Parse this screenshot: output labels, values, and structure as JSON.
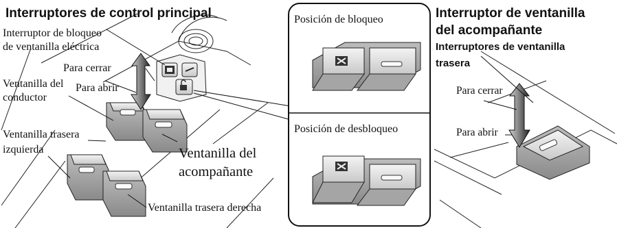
{
  "main_switches": {
    "title": "Interruptores de control principal",
    "lock_switch_line1": "Interruptor de bloqueo",
    "lock_switch_line2": "de ventanilla eléctrica",
    "close": "Para cerrar",
    "open": "Para abrir",
    "driver_line1": "Ventanilla del",
    "driver_line2": "conductor",
    "rear_left_line1": "Ventanilla trasera",
    "rear_left_line2": "izquierda",
    "passenger_line1": "Ventanilla del",
    "passenger_line2": "acompañante",
    "rear_right": "Ventanilla trasera derecha"
  },
  "detail": {
    "locked": "Posición de bloqueo",
    "unlocked": "Posición de desbloqueo"
  },
  "passenger_switch": {
    "title_line1": "Interruptor de ventanilla",
    "title_line2": "del acompañante",
    "rear_line1": "Interruptores de ventanilla",
    "rear_line2": "trasera",
    "close": "Para cerrar",
    "open": "Para abrir"
  }
}
